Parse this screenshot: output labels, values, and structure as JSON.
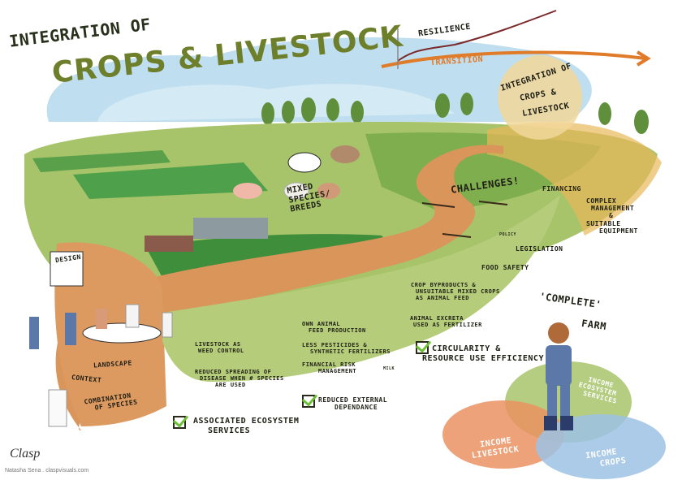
{
  "title": {
    "line1": "Integration of",
    "line2": "Crops & Livestock"
  },
  "trend": {
    "resilience": "Resilience",
    "transition": "Transition"
  },
  "badge": {
    "line1": "Integration of",
    "line2": "Crops &",
    "line3": "Livestock"
  },
  "mixed_species": "Mixed species/ breeds",
  "challenges": {
    "heading": "Challenges!",
    "financing": "Financing",
    "complex_management": [
      "Complex",
      "Management",
      "&",
      "Suitable",
      "Equipment"
    ],
    "legislation": "Legislation",
    "food_safety": "Food safety",
    "policy_binder": "Policy"
  },
  "benefits": {
    "crop_byproducts": [
      "Crop byproducts &",
      "unsuitable mixed crops",
      "as animal feed"
    ],
    "animal_excreta": [
      "Animal excreta",
      "used as fertilizer"
    ],
    "circularity": [
      "Circularity &",
      "Resource use efficiency"
    ],
    "own_feed": [
      "Own animal",
      "feed production"
    ],
    "less_pesticides": [
      "Less pesticides &",
      "synthetic fertilizers"
    ],
    "financial_risk": [
      "Financial risk",
      "management"
    ],
    "reduced_external": [
      "Reduced external",
      "dependance"
    ],
    "weed_control": [
      "Livestock as",
      "weed control"
    ],
    "reduced_disease": [
      "Reduced spreading of",
      "disease when # species",
      "are used"
    ],
    "ecosystem_services": [
      "Associated ecosystem",
      "services"
    ]
  },
  "complete_farm": {
    "line1": "'Complete'",
    "line2": "farm"
  },
  "venn": {
    "ecosystem": [
      "Income",
      "ecosystem",
      "services"
    ],
    "livestock": [
      "Income",
      "livestock"
    ],
    "crops": [
      "Income",
      "crops"
    ],
    "milk_label": "Milk"
  },
  "design": {
    "easel": "Design",
    "landscape": "Landscape",
    "context": "Context",
    "combination": [
      "Combination",
      "of species"
    ]
  },
  "credit": {
    "logo": "Clasp",
    "author": "Natasha Sena . claspvisuals.com"
  },
  "colors": {
    "sky": "#a9d3ea",
    "field": "#8fb64f",
    "path": "#d9955a",
    "lower_green": "#b5cd7a",
    "title_green": "#6e7f2c",
    "transition": "#e07b2a",
    "resilience": "#7a2a2a"
  }
}
